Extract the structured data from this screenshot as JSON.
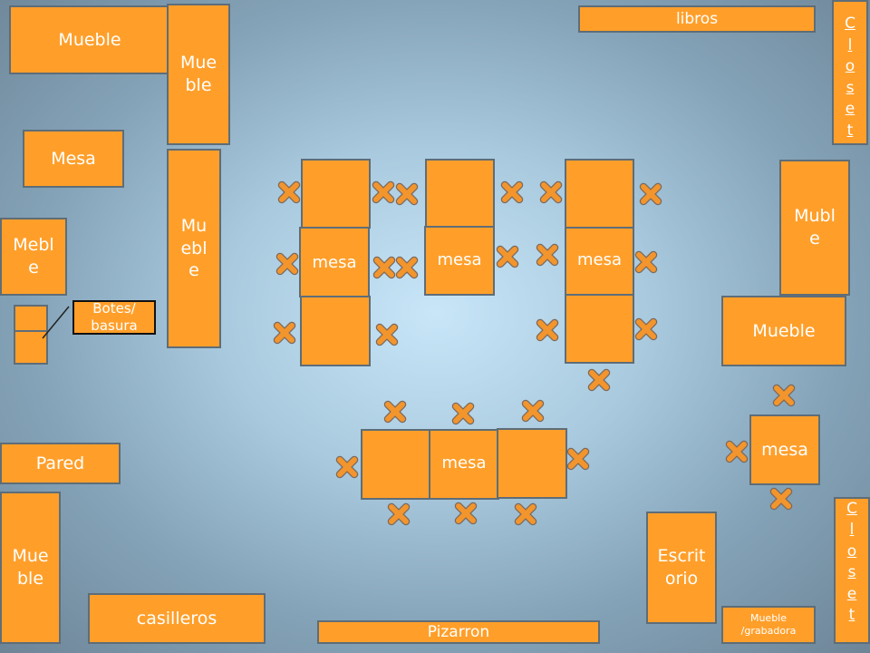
{
  "furniture": {
    "mueble_top_left": "Mueble",
    "mueble_tall_1": "Mue ble",
    "mesa_left": "Mesa",
    "mueble_tall_2": "Mu ebl e",
    "mebl_left": "Mebl e",
    "botes_label": "Botes/ basura",
    "pared": "Pared",
    "mueble_bottom_left": "Mue ble",
    "casilleros": "casilleros",
    "pizarron": "Pizarron",
    "escritorio": "Escrit orio",
    "mueble_grabadora": "Mueble /grabadora",
    "closet_top": "Closet",
    "closet_bottom": "Closet",
    "libros": "libros",
    "mubl_right": "Mubl e",
    "mueble_right": "Mueble",
    "mesa_right": "mesa"
  },
  "tables": {
    "group1": "mesa",
    "group2": "mesa",
    "group3": "mesa",
    "group4": "mesa"
  },
  "colors": {
    "furniture_fill": "#ff9f2a",
    "border": "#5e6d78",
    "chair_mark": "#f3952d"
  },
  "icons": {
    "chair": "x-mark-icon"
  }
}
